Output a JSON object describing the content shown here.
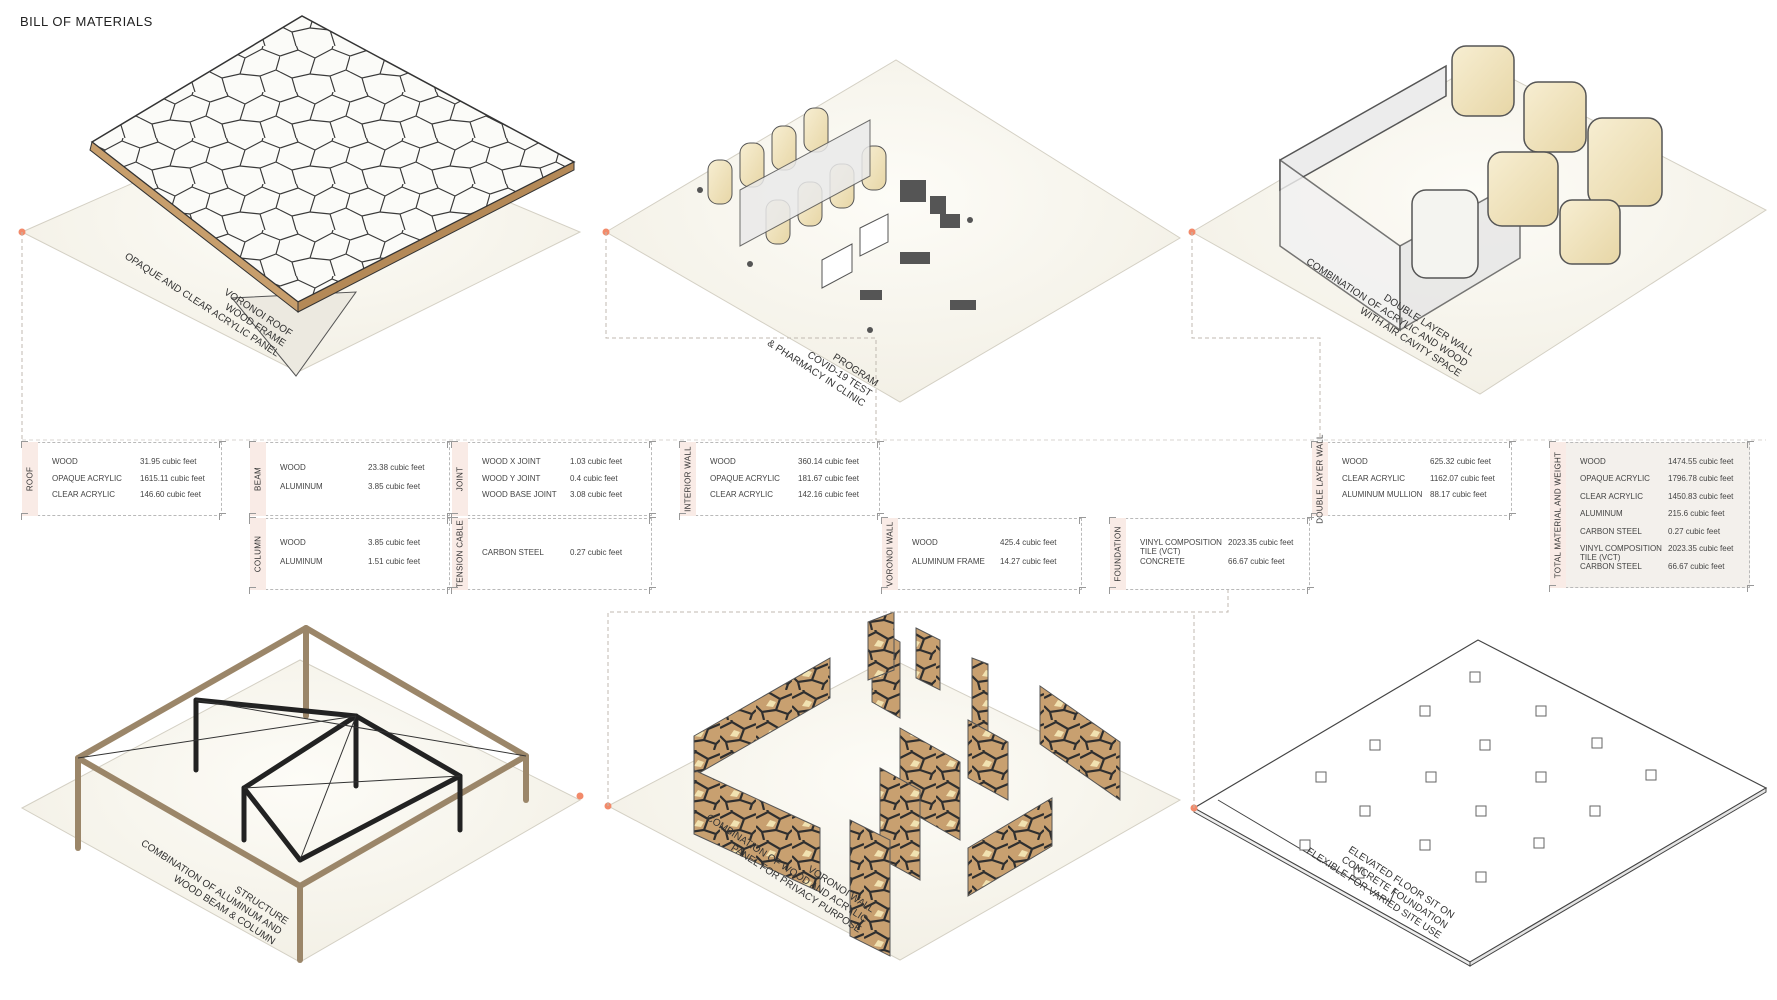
{
  "title": "BILL OF MATERIALS",
  "captions": {
    "roof": [
      "VORONOI ROOF",
      "WOOD FRAME",
      "OPAQUE AND CLEAR ACRYLIC PANEL"
    ],
    "program": [
      "PROGRAM",
      "COVID-19 TEST",
      "& PHARMACY IN CLINIC"
    ],
    "double_wall": [
      "DOUBLE LAYER WALL",
      "COMBINATION OF ACRYLIC AND WOOD",
      "WITH AIR CAVITY SPACE"
    ],
    "structure": [
      "STRUCTURE",
      "COMBINATION OF ALUMINUM AND",
      "WOOD BEAM & COLUMN"
    ],
    "voronoi_wall": [
      "VORONOI WALL",
      "COMBINATION OF WOOD AND ACRYLIC",
      "PANEL FOR PRIVACY PURPOSE"
    ],
    "floor": [
      "ELEVATED FLOOR SIT ON",
      "CONCRETE FOUNDATION",
      "FLEXIBLE FOR VARIED SITE USE"
    ]
  },
  "tables": [
    {
      "id": "roof",
      "label": "ROOF",
      "rows": [
        {
          "name": "WOOD",
          "value": "31.95 cubic feet"
        },
        {
          "name": "OPAQUE ACRYLIC",
          "value": "1615.11 cubic feet"
        },
        {
          "name": "CLEAR  ACRYLIC",
          "value": "146.60 cubic feet"
        }
      ]
    },
    {
      "id": "beam",
      "label": "BEAM",
      "rows": [
        {
          "name": "WOOD",
          "value": "23.38 cubic feet"
        },
        {
          "name": "ALUMINUM",
          "value": "3.85 cubic feet"
        }
      ]
    },
    {
      "id": "joint",
      "label": "JOINT",
      "rows": [
        {
          "name": "WOOD X JOINT",
          "value": "1.03 cubic feet"
        },
        {
          "name": "WOOD Y JOINT",
          "value": "0.4 cubic feet"
        },
        {
          "name": "WOOD BASE JOINT",
          "value": "3.08 cubic feet"
        }
      ]
    },
    {
      "id": "column",
      "label": "COLUMN",
      "rows": [
        {
          "name": "WOOD",
          "value": "3.85 cubic feet"
        },
        {
          "name": "ALUMINUM",
          "value": "1.51 cubic feet"
        }
      ]
    },
    {
      "id": "tension",
      "label": "TENSION CABLE",
      "rows": [
        {
          "name": "CARBON STEEL",
          "value": "0.27 cubic feet"
        }
      ]
    },
    {
      "id": "interior",
      "label": "INTERIOR WALL",
      "rows": [
        {
          "name": "WOOD",
          "value": "360.14 cubic feet"
        },
        {
          "name": "OPAQUE ACRYLIC",
          "value": "181.67 cubic feet"
        },
        {
          "name": "CLEAR ACRYLIC",
          "value": "142.16 cubic feet"
        }
      ]
    },
    {
      "id": "voronoi",
      "label": "VORONOI WALL",
      "rows": [
        {
          "name": "WOOD",
          "value": "425.4 cubic feet"
        },
        {
          "name": "ALUMINUM FRAME",
          "value": "14.27 cubic feet"
        }
      ]
    },
    {
      "id": "foundation",
      "label": "FOUNDATION",
      "rows": [
        {
          "name": "VINYL COMPOSITION\nTILE (VCT)",
          "value": "2023.35 cubic feet"
        },
        {
          "name": "CONCRETE",
          "value": "66.67 cubic feet"
        }
      ]
    },
    {
      "id": "double",
      "label": "DOUBLE LAYER WALL",
      "rows": [
        {
          "name": "WOOD",
          "value": "625.32 cubic feet"
        },
        {
          "name": "CLEAR ACRYLIC",
          "value": "1162.07 cubic feet"
        },
        {
          "name": "ALUMINUM MULLION",
          "value": "88.17 cubic feet"
        }
      ]
    },
    {
      "id": "total",
      "label": "TOTAL MATERIAL AND WEIGHT",
      "rows": [
        {
          "name": "WOOD",
          "value": "1474.55 cubic feet"
        },
        {
          "name": "OPAQUE ACRYLIC",
          "value": "1796.78 cubic feet"
        },
        {
          "name": "CLEAR ACRYLIC",
          "value": "1450.83 cubic feet"
        },
        {
          "name": "ALUMINUM",
          "value": "215.6 cubic feet"
        },
        {
          "name": "CARBON STEEL",
          "value": "0.27 cubic feet"
        },
        {
          "name": "VINYL COMPOSITION\nTILE (VCT)",
          "value": "2023.35 cubic feet"
        },
        {
          "name": "CARBON STEEL",
          "value": "66.67 cubic feet"
        }
      ]
    }
  ]
}
